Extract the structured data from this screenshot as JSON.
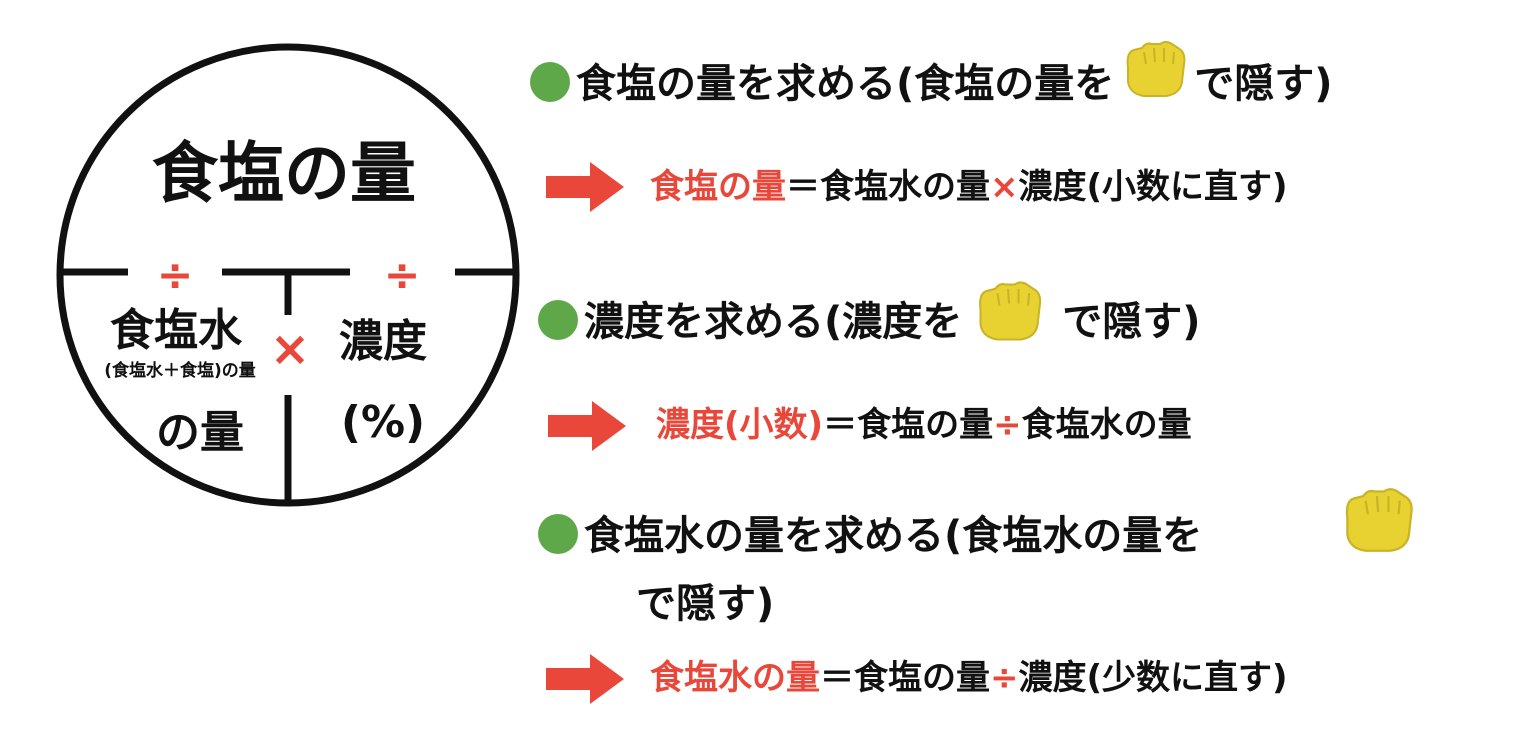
{
  "circle": {
    "top_label": "食塩の量",
    "divide_left": "÷",
    "divide_right": "÷",
    "multiply": "×",
    "left_label_1": "食塩水",
    "left_note": "(食塩水＋食塩)の量",
    "left_label_2": "の量",
    "right_label_1": "濃度",
    "right_label_2": "(%)"
  },
  "sections": [
    {
      "head_a": "食塩の量を求める(食塩の量を",
      "head_b": "で隠す)",
      "formula_target": "食塩の量",
      "formula_eq": "＝食塩水の量",
      "formula_op": "×",
      "formula_rest": "濃度(小数に直す)"
    },
    {
      "head_a": "濃度を求める(濃度を",
      "head_b": "で隠す)",
      "formula_target": "濃度(小数)",
      "formula_eq": "＝食塩の量",
      "formula_op": "÷",
      "formula_rest": "食塩水の量"
    },
    {
      "head_a": "食塩水の量を求める(食塩水の量を",
      "head_b": "で隠す)",
      "formula_target": "食塩水の量",
      "formula_eq": "＝食塩の量",
      "formula_op": "÷",
      "formula_rest": "濃度(少数に直す)"
    }
  ],
  "colors": {
    "accent_red": "#e8473a",
    "bullet_green": "#5ea84a",
    "hand_yellow": "#e8d232"
  },
  "icons": {
    "bullet": "green-circle-icon",
    "arrow": "red-arrow-icon",
    "hand": "yellow-hand-icon"
  }
}
